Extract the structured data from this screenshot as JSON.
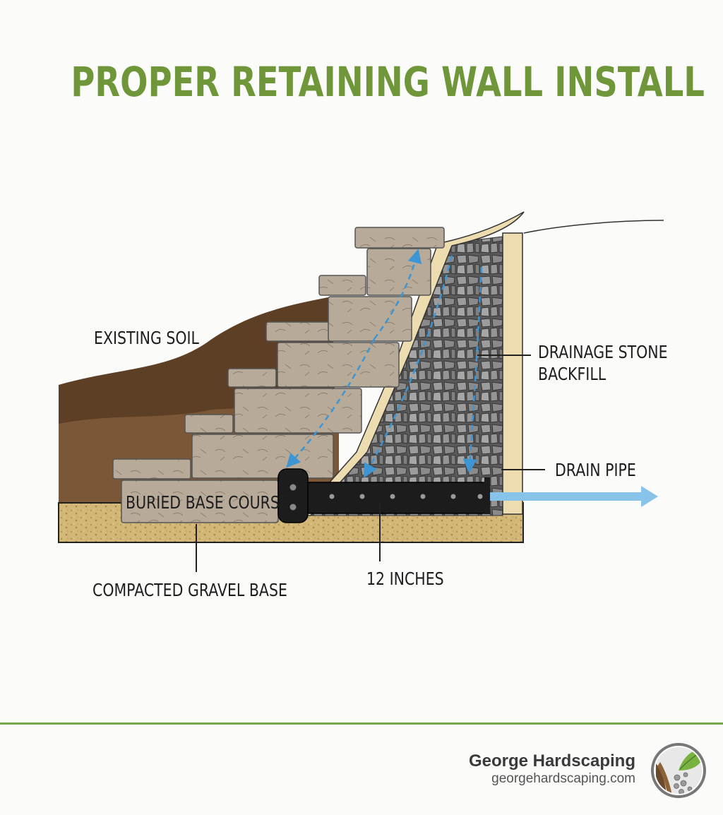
{
  "title": "PROPER RETAINING WALL INSTALL",
  "labels": {
    "existing_soil": "EXISTING SOIL",
    "drainage_stone_line1": "DRAINAGE STONE",
    "drainage_stone_line2": "BACKFILL",
    "drain_pipe": "DRAIN PIPE",
    "buried_base_course": "BURIED BASE COURSE",
    "compacted_gravel_base": "COMPACTED GRAVEL BASE",
    "twelve_inches": "12 INCHES"
  },
  "brand": {
    "name": "George Hardscaping",
    "url": "georgehardscaping.com"
  },
  "colors": {
    "title_green": "#6f973a",
    "footer_rule": "#76a84a",
    "block": "#b7aa99",
    "soil_dark": "#5d3f25",
    "gravel_base": "#d3b777",
    "stone": "#8d8d8d",
    "fabric": "#ecdcb0",
    "pipe": "#1c1c1c",
    "water_arrow": "#4a9fd8"
  },
  "icons": {
    "logo": "stone-soil-leaf-logo"
  }
}
